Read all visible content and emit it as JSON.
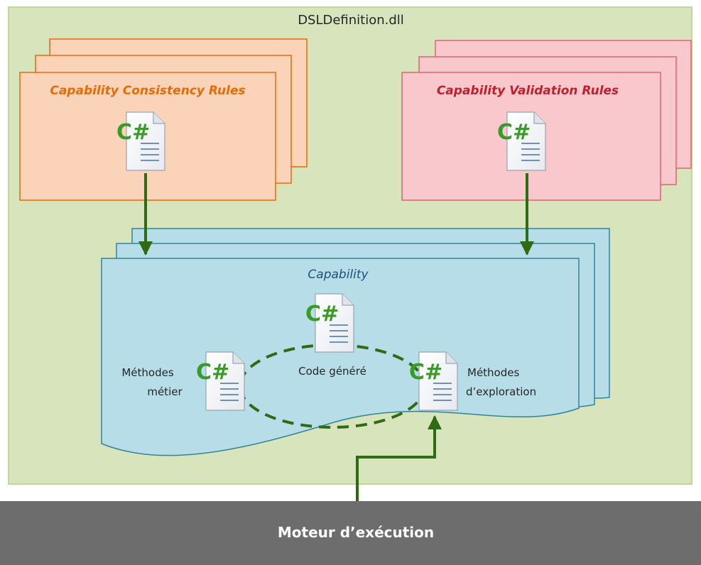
{
  "container": {
    "title": "DSLDefinition.dll",
    "fill": "#d8e4bc",
    "stroke": "#c3d69b"
  },
  "consistency": {
    "title": "Capability Consistency Rules",
    "fill": "#fbd3b9",
    "stroke": "#e46c0a",
    "text_color": "#e46c0a"
  },
  "validation": {
    "title": "Capability Validation Rules",
    "fill": "#f8c8cc",
    "stroke": "#e0656e",
    "text_color": "#c0202e"
  },
  "capability": {
    "title": "Capability",
    "fill": "#b7dde8",
    "stroke": "#31849b",
    "text_color": "#1f4e79",
    "generated_code": "Code généré",
    "business_methods": [
      "Méthodes",
      "métier"
    ],
    "exploration_methods": [
      "Méthodes",
      "d’exploration"
    ]
  },
  "engine": {
    "title": "Moteur d’exécution",
    "fill": "#6d6d6d",
    "text_color": "#ffffff"
  },
  "file_icon": {
    "label": "C#",
    "icon": "csharp-file-icon",
    "accent": "#3a9a2a"
  },
  "arrow_color": "#2e6b12"
}
